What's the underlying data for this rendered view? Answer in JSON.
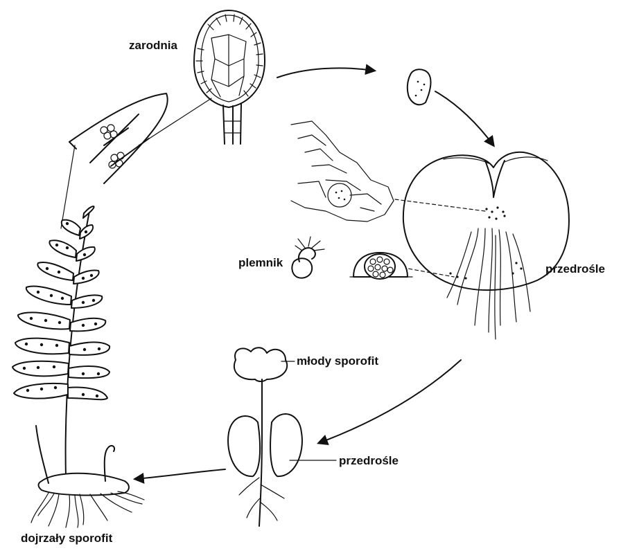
{
  "labels": {
    "zarodnia": "zarodnia",
    "plemnik": "plemnik",
    "przedrosle_top": "przedrośle",
    "mlody_sporofit": "młody sporofit",
    "przedrosle_bottom": "przedrośle",
    "dojrzaly_sporofit": "dojrzały sporofit"
  },
  "colors": {
    "ink": "#111111",
    "background": "#ffffff"
  }
}
